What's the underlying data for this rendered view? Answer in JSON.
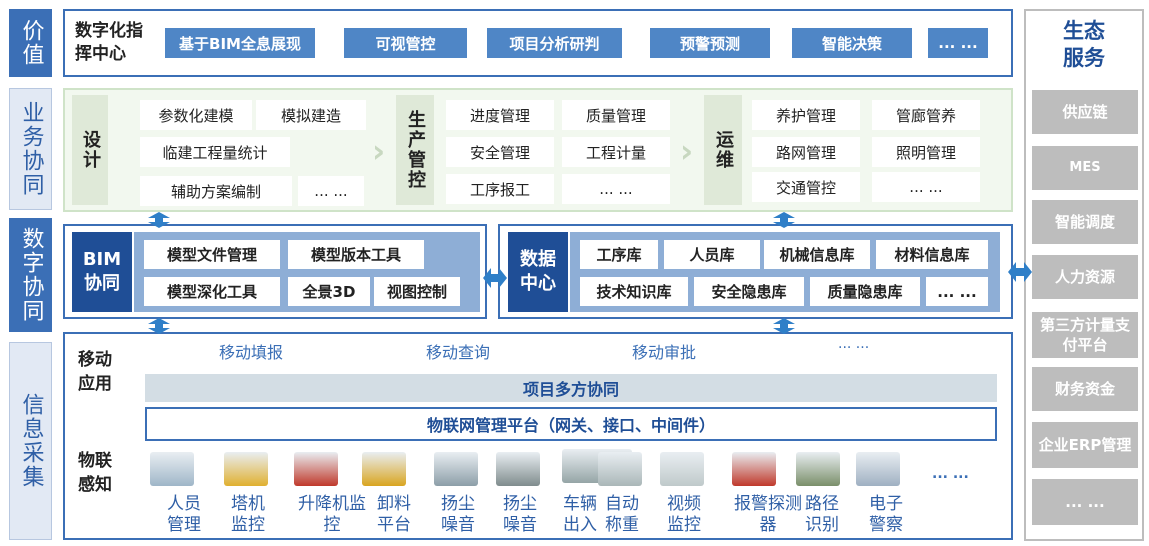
{
  "side_labels": {
    "value": "价值",
    "business": "业务协同",
    "digital": "数字协同",
    "info": "信息采集"
  },
  "value_row": {
    "title": "数字化指挥中心",
    "items": [
      "基于BIM全息展现",
      "可视管控",
      "项目分析研判",
      "预警预测",
      "智能决策",
      "... ..."
    ]
  },
  "business_row": {
    "design": {
      "label": "设计",
      "items": [
        "参数化建模",
        "模拟建造",
        "临建工程量统计",
        "辅助方案编制",
        "... ..."
      ]
    },
    "production": {
      "label": "生产管控",
      "items": [
        "进度管理",
        "质量管理",
        "安全管理",
        "工程计量",
        "工序报工",
        "... ..."
      ]
    },
    "operation": {
      "label": "运维",
      "items": [
        "养护管理",
        "管廊管养",
        "路网管理",
        "照明管理",
        "交通管控",
        "... ..."
      ]
    }
  },
  "bim": {
    "label": "BIM协同",
    "items": [
      "模型文件管理",
      "模型版本工具",
      "模型深化工具",
      "全景3D",
      "视图控制"
    ]
  },
  "data_center": {
    "label": "数据中心",
    "items": [
      "工序库",
      "人员库",
      "机械信息库",
      "材料信息库",
      "技术知识库",
      "安全隐患库",
      "质量隐患库",
      "... ..."
    ]
  },
  "info": {
    "mobile_label": "移动应用",
    "mobile_items": [
      "移动填报",
      "移动查询",
      "移动审批",
      "... ..."
    ],
    "collab_bar": "项目多方协同",
    "iot_bar": "物联网管理平台（网关、接口、中间件）",
    "iot_label": "物联感知",
    "devices": [
      {
        "name": "人员管理",
        "icon": "turnstile-icon"
      },
      {
        "name": "塔机监控",
        "icon": "tower-crane-icon"
      },
      {
        "name": "升降机监控",
        "icon": "elevator-icon"
      },
      {
        "name": "卸料平台",
        "icon": "platform-icon"
      },
      {
        "name": "扬尘噪音",
        "icon": "dust-monitor-icon"
      },
      {
        "name": "扬尘噪音",
        "icon": "fog-cannon-icon"
      },
      {
        "name": "车辆出入",
        "icon": "truck-gate-icon"
      },
      {
        "name": "自动称重",
        "icon": "scale-icon"
      },
      {
        "name": "视频监控",
        "icon": "camera-icon"
      },
      {
        "name": "报警探测器",
        "icon": "alarm-icon"
      },
      {
        "name": "路径识别",
        "icon": "road-icon"
      },
      {
        "name": "电子警察",
        "icon": "traffic-cam-icon"
      }
    ],
    "devices_more": "... ..."
  },
  "ecosystem": {
    "title": "生态服务",
    "items": [
      "供应链",
      "MES",
      "智能调度",
      "人力资源",
      "第三方计量支付平台",
      "财务资金",
      "企业ERP管理",
      "... ..."
    ]
  },
  "colors": {
    "primary": "#3b6fb6",
    "dark_blue": "#1f4e96",
    "green_bg": "#f2f8ef",
    "grey": "#bdbdbd"
  }
}
